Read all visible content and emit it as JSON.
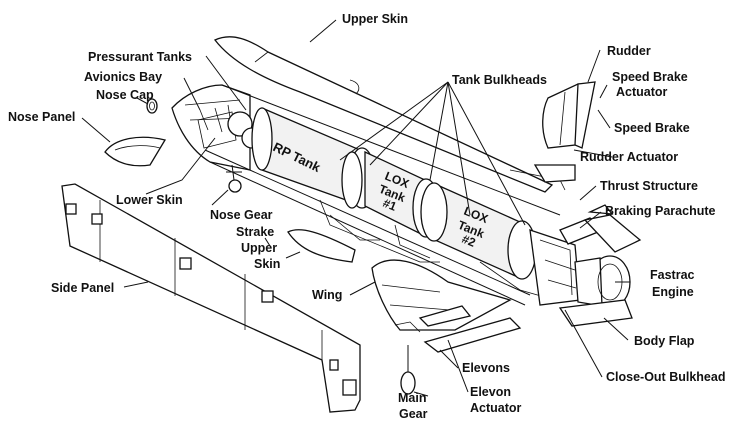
{
  "labels": {
    "upper_skin": "Upper Skin",
    "pressurant_tanks": "Pressurant Tanks",
    "avionics_bay": "Avionics Bay",
    "nose_cap": "Nose Cap",
    "nose_panel": "Nose Panel",
    "lower_skin": "Lower Skin",
    "nose_gear": "Nose Gear",
    "strake_upper_skin_1": "Strake",
    "strake_upper_skin_2": "Upper",
    "strake_upper_skin_3": "Skin",
    "side_panel": "Side Panel",
    "wing": "Wing",
    "tank_bulkheads": "Tank Bulkheads",
    "rudder": "Rudder",
    "speed_brake_actuator_1": "Speed Brake",
    "speed_brake_actuator_2": "Actuator",
    "speed_brake": "Speed Brake",
    "rudder_actuator": "Rudder Actuator",
    "thrust_structure": "Thrust Structure",
    "braking_parachute": "Braking Parachute",
    "fastrac_engine_1": "Fastrac",
    "fastrac_engine_2": "Engine",
    "body_flap": "Body Flap",
    "close_out_bulkhead": "Close-Out Bulkhead",
    "elevons": "Elevons",
    "elevon_actuator_1": "Elevon",
    "elevon_actuator_2": "Actuator",
    "main_gear_1": "Main",
    "main_gear_2": "Gear"
  },
  "tanks": {
    "rp_tank": "RP Tank",
    "lox1_line1": "LOX",
    "lox1_line2": "Tank",
    "lox1_line3": "#1",
    "lox2_line1": "LOX",
    "lox2_line2": "Tank",
    "lox2_line3": "#2"
  }
}
